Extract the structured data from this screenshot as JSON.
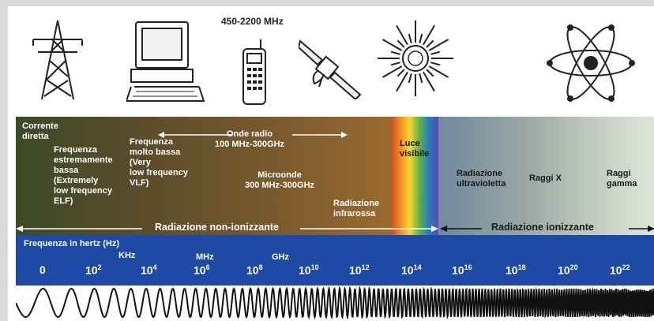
{
  "icons": {
    "tower": "power-pylon-icon",
    "computer": "computer-icon",
    "phone": "mobile-phone-icon",
    "satellite": "satellite-icon",
    "sun": "sun-icon",
    "atom": "atom-icon"
  },
  "header": {
    "phone_freq": "450-2200 MHz"
  },
  "band": {
    "corrente": [
      "Corrente",
      "diretta"
    ],
    "elf": [
      "Frequenza",
      "estremamente",
      "bassa",
      "(Extremely",
      "low frequency",
      "ELF)"
    ],
    "vlf": [
      "Frequenza",
      "molto bassa",
      "(Very",
      "low frequency",
      "VLF)"
    ],
    "onde_radio": [
      "Onde radio",
      "100 MHz-300GHz"
    ],
    "microonde": [
      "Microonde",
      "300 MHz-300GHz"
    ],
    "infrarossa": [
      "Radiazione",
      "infrarossa"
    ],
    "visibile": [
      "Luce",
      "visibile"
    ],
    "ultravioletta": [
      "Radiazione",
      "ultravioletta"
    ],
    "raggi_x": "Raggi X",
    "gamma": [
      "Raggi",
      "gamma"
    ],
    "non_ionizzante": "Radiazione non-ionizzante",
    "ionizzante": "Radiazione ionizzante"
  },
  "axis": {
    "title": "Frequenza in hertz (Hz)",
    "unit_khz": "KHz",
    "unit_mhz": "MHz",
    "unit_ghz": "GHz",
    "zero": "0",
    "ticks": [
      {
        "base": "10",
        "exp": "2"
      },
      {
        "base": "10",
        "exp": "4"
      },
      {
        "base": "10",
        "exp": "6"
      },
      {
        "base": "10",
        "exp": "8"
      },
      {
        "base": "10",
        "exp": "10"
      },
      {
        "base": "10",
        "exp": "12"
      },
      {
        "base": "10",
        "exp": "14"
      },
      {
        "base": "10",
        "exp": "16"
      },
      {
        "base": "10",
        "exp": "18"
      },
      {
        "base": "10",
        "exp": "20"
      },
      {
        "base": "10",
        "exp": "22"
      }
    ]
  },
  "colors": {
    "axis_blue": "#1c4aa5",
    "band_dark": "#4a4a28",
    "ionizing_light": "#c7cfc4"
  }
}
